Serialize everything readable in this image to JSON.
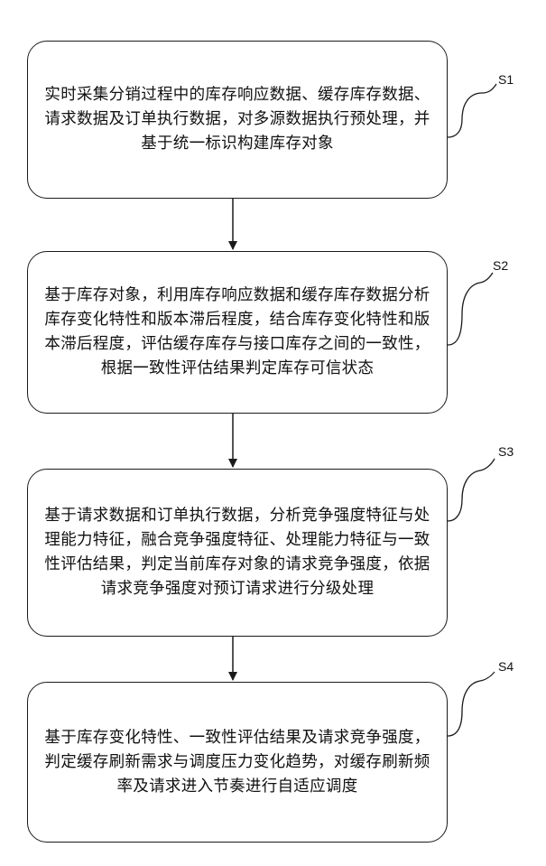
{
  "steps": [
    {
      "label": "S1",
      "text": "实时采集分销过程中的库存响应数据、缓存库存数据、请求数据及订单执行数据，对多源数据执行预处理，并基于统一标识构建库存对象"
    },
    {
      "label": "S2",
      "text": "基于库存对象，利用库存响应数据和缓存库存数据分析库存变化特性和版本滞后程度，结合库存变化特性和版本滞后程度，评估缓存库存与接口库存之间的一致性，根据一致性评估结果判定库存可信状态"
    },
    {
      "label": "S3",
      "text": "基于请求数据和订单执行数据，分析竞争强度特征与处理能力特征，融合竞争强度特征、处理能力特征与一致性评估结果，判定当前库存对象的请求竞争强度，依据请求竞争强度对预订请求进行分级处理"
    },
    {
      "label": "S4",
      "text": "基于库存变化特性、一致性评估结果及请求竞争强度，判定缓存刷新需求与调度压力变化趋势，对缓存刷新频率及请求进入节奏进行自适应调度"
    }
  ]
}
